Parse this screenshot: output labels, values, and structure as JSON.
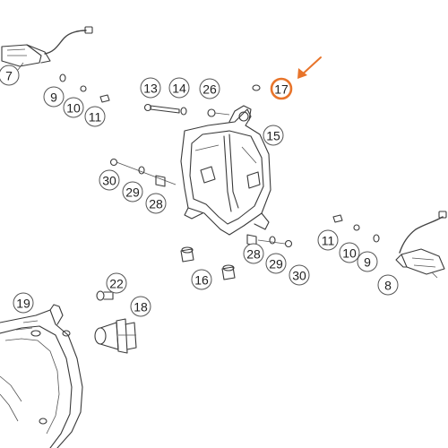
{
  "diagram": {
    "highlight_color": "#e8742a",
    "callout_stroke": "#555555",
    "callouts": [
      {
        "label": "7"
      },
      {
        "label": "9"
      },
      {
        "label": "10"
      },
      {
        "label": "11"
      },
      {
        "label": "13"
      },
      {
        "label": "14"
      },
      {
        "label": "26"
      },
      {
        "label": "17",
        "highlighted": true
      },
      {
        "label": "15"
      },
      {
        "label": "30"
      },
      {
        "label": "29"
      },
      {
        "label": "28"
      },
      {
        "label": "11"
      },
      {
        "label": "10"
      },
      {
        "label": "9"
      },
      {
        "label": "8"
      },
      {
        "label": "28"
      },
      {
        "label": "29"
      },
      {
        "label": "30"
      },
      {
        "label": "16"
      },
      {
        "label": "22"
      },
      {
        "label": "18"
      },
      {
        "label": "19"
      }
    ]
  }
}
